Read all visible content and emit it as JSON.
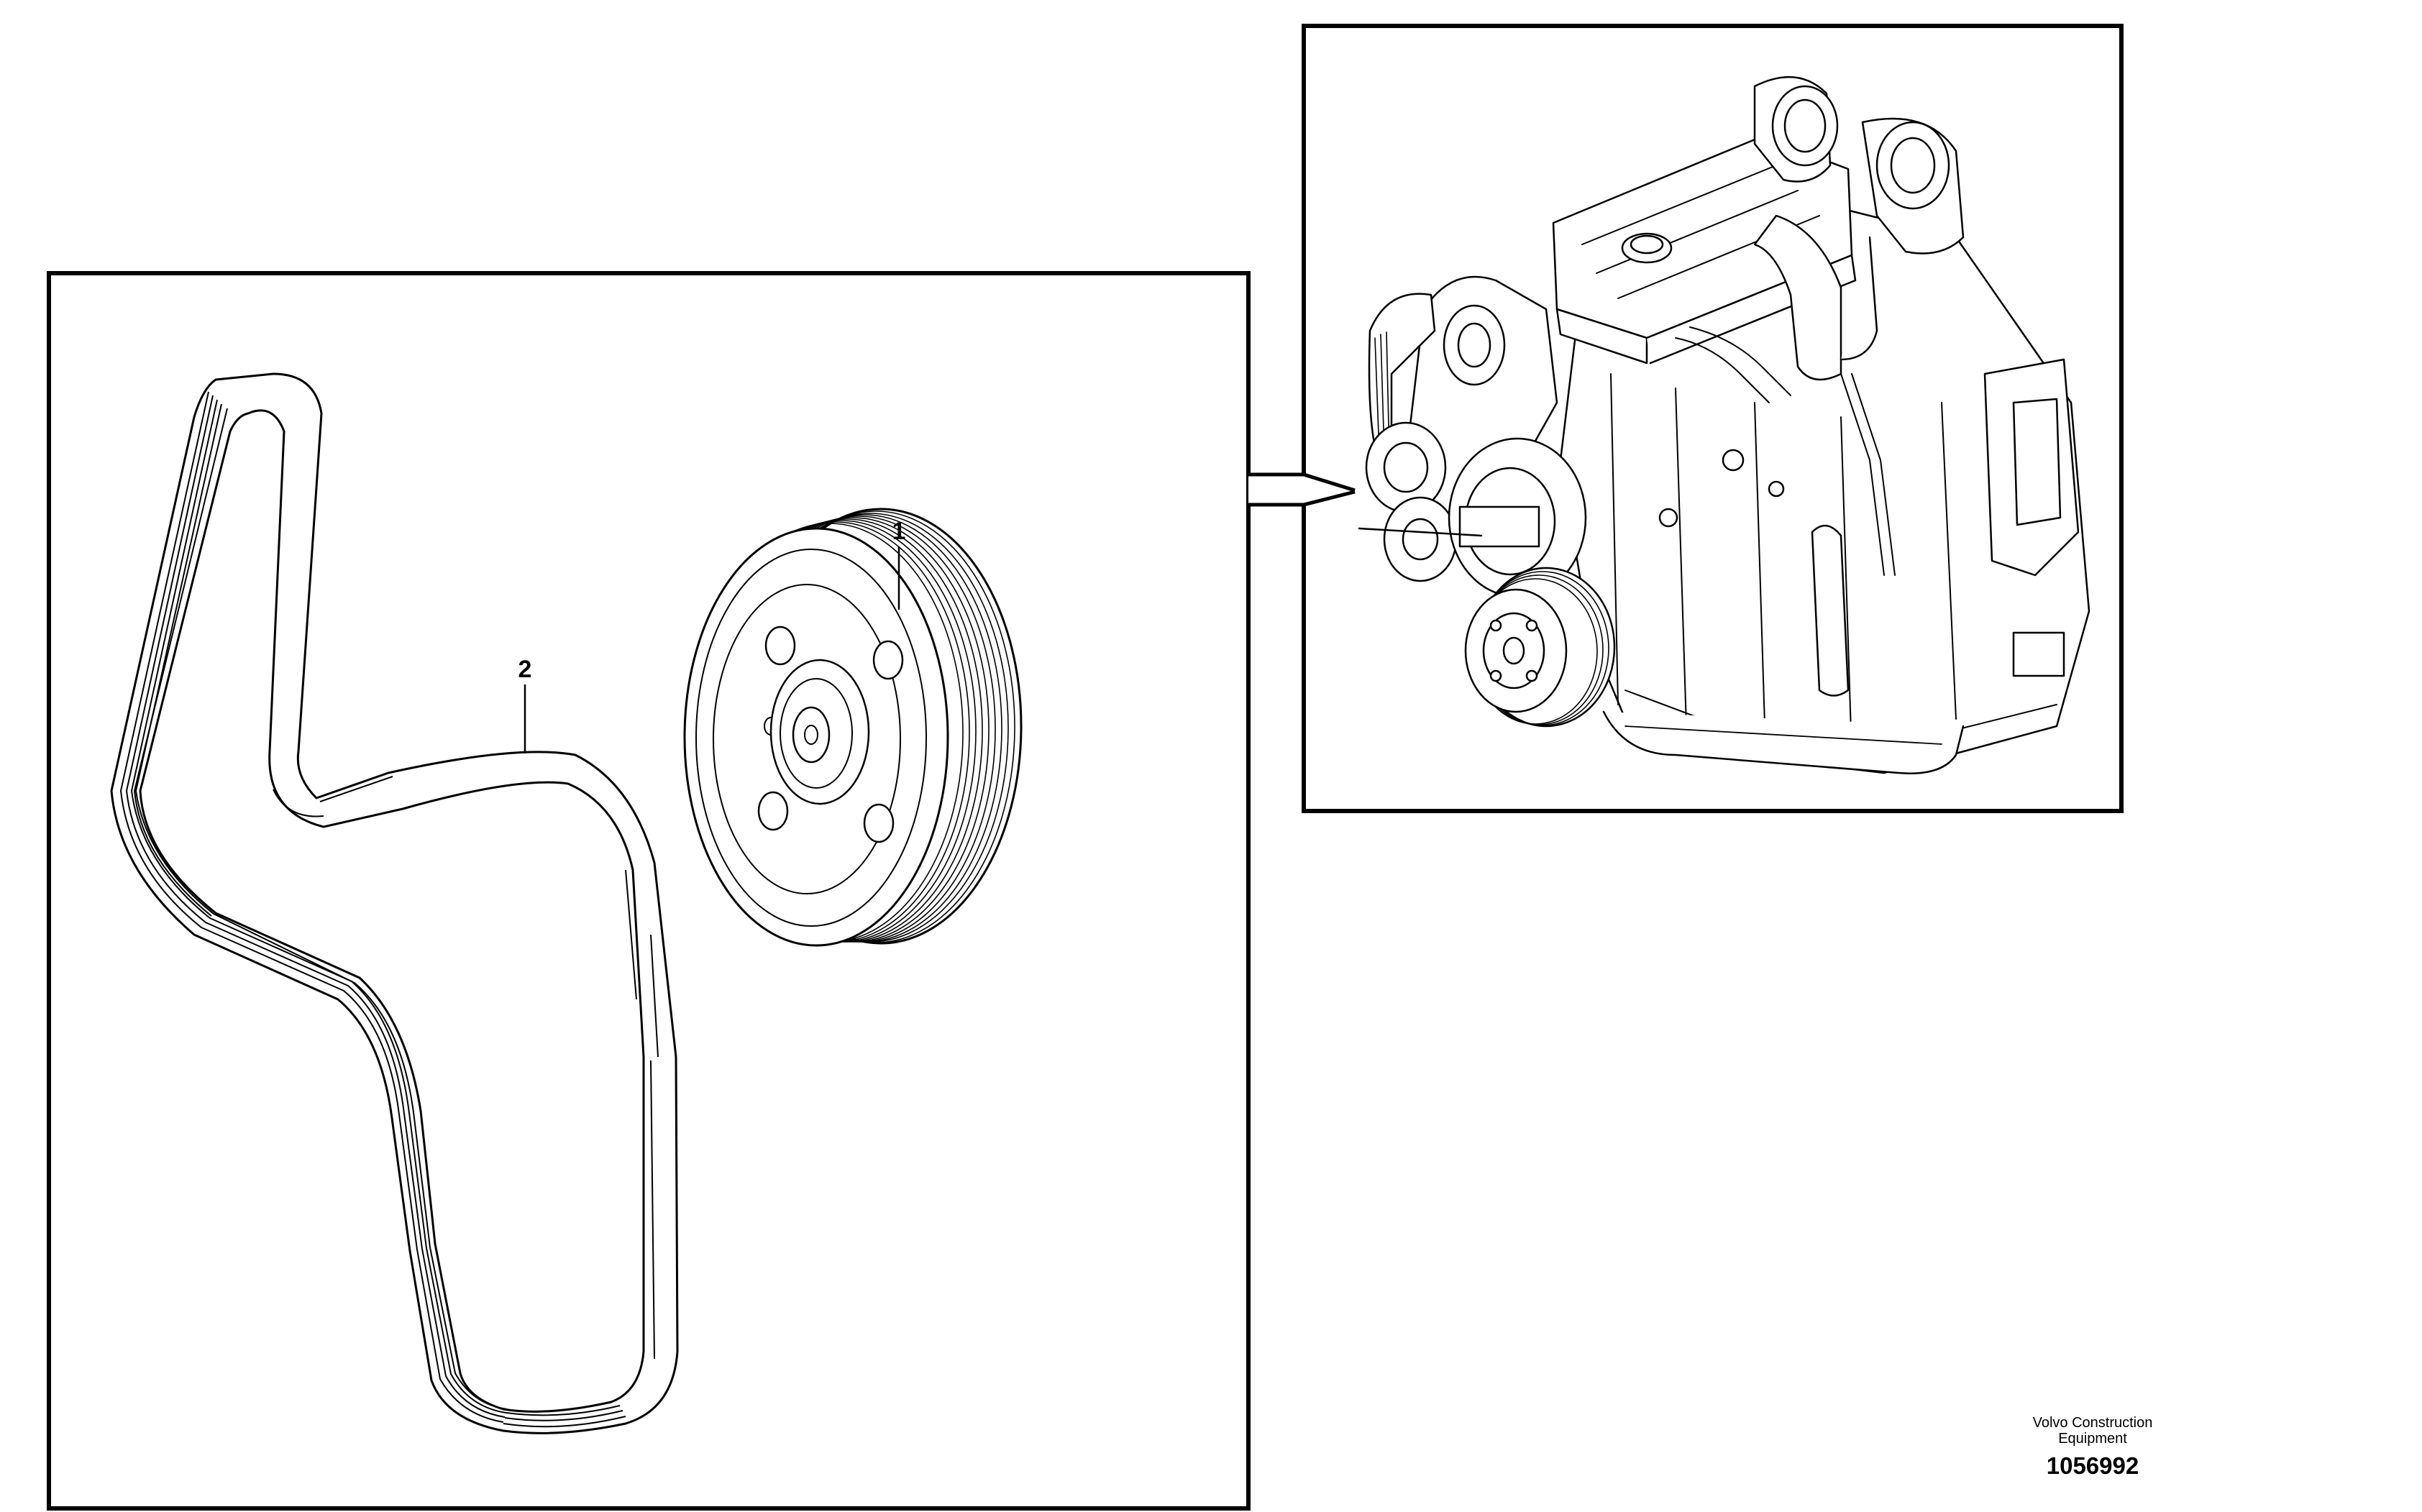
{
  "callouts": {
    "pulley_number": "1",
    "belt_number": "2"
  },
  "footer": {
    "brand_line1": "Volvo Construction",
    "brand_line2": "Equipment",
    "drawing_number": "1056992"
  },
  "colors": {
    "line": "#000000",
    "background": "#ffffff"
  }
}
